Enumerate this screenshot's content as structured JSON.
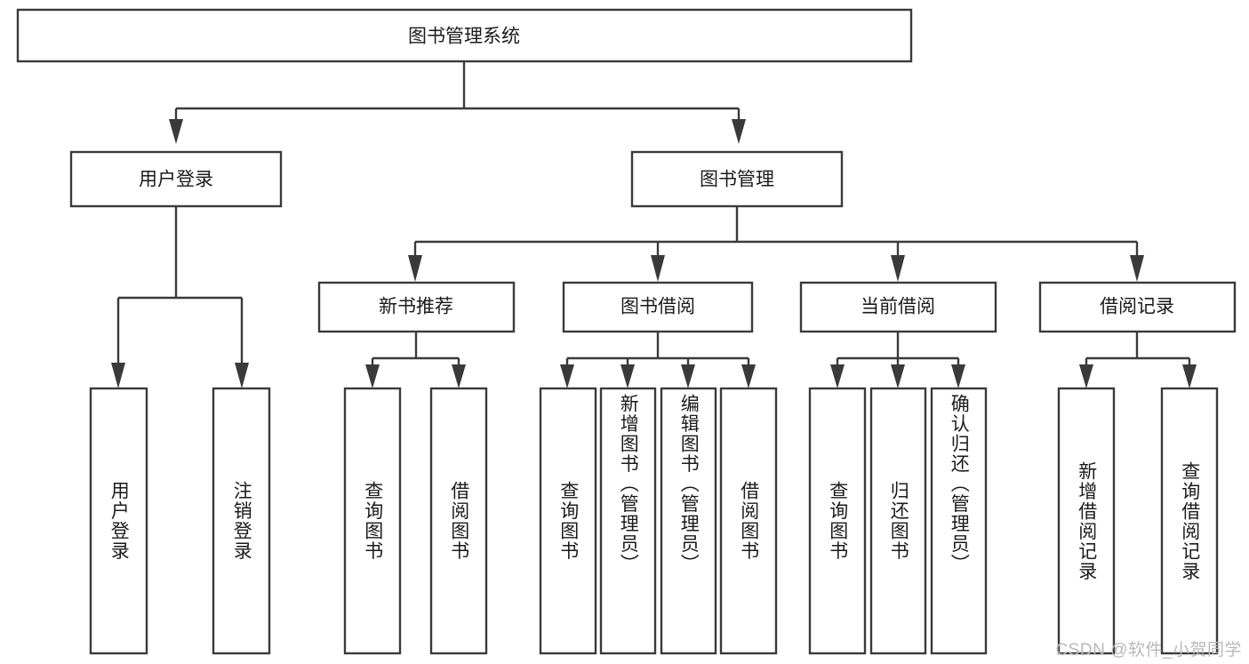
{
  "diagram": {
    "title": "图书管理系统",
    "type": "tree",
    "watermark": "CSDN @软件_小贺同学",
    "colors": {
      "box_stroke": "#3a3a3a",
      "box_fill": "#ffffff",
      "text": "#1b1b1b",
      "watermark": "#b9b9b9",
      "background": "#ffffff"
    },
    "levels": {
      "root": {
        "label": "图书管理系统"
      },
      "level2": [
        {
          "id": "user-login",
          "label": "用户登录"
        },
        {
          "id": "book-management",
          "label": "图书管理"
        }
      ],
      "level3": [
        {
          "id": "new-book-recommend",
          "label": "新书推荐",
          "parent": "book-management"
        },
        {
          "id": "book-borrow",
          "label": "图书借阅",
          "parent": "book-management"
        },
        {
          "id": "current-borrow",
          "label": "当前借阅",
          "parent": "book-management"
        },
        {
          "id": "borrow-record",
          "label": "借阅记录",
          "parent": "book-management"
        }
      ],
      "leaves": [
        {
          "id": "leaf-user-login",
          "label": "用户登录",
          "parent": "user-login"
        },
        {
          "id": "leaf-logout-login",
          "label": "注销登录",
          "parent": "user-login"
        },
        {
          "id": "leaf-query-book-1",
          "label": "查询图书",
          "parent": "new-book-recommend"
        },
        {
          "id": "leaf-borrow-book-1",
          "label": "借阅图书",
          "parent": "new-book-recommend"
        },
        {
          "id": "leaf-query-book-2",
          "label": "查询图书",
          "parent": "book-borrow"
        },
        {
          "id": "leaf-add-book",
          "label": "新增图书（管理员）",
          "parent": "book-borrow"
        },
        {
          "id": "leaf-edit-book",
          "label": "编辑图书（管理员）",
          "parent": "book-borrow"
        },
        {
          "id": "leaf-borrow-book-2",
          "label": "借阅图书",
          "parent": "book-borrow"
        },
        {
          "id": "leaf-query-book-3",
          "label": "查询图书",
          "parent": "current-borrow"
        },
        {
          "id": "leaf-return-book",
          "label": "归还图书",
          "parent": "current-borrow"
        },
        {
          "id": "leaf-confirm-return",
          "label": "确认归还（管理员）",
          "parent": "current-borrow"
        },
        {
          "id": "leaf-add-record",
          "label": "新增借阅记录",
          "parent": "borrow-record"
        },
        {
          "id": "leaf-query-record",
          "label": "查询借阅记录",
          "parent": "borrow-record"
        }
      ]
    }
  }
}
